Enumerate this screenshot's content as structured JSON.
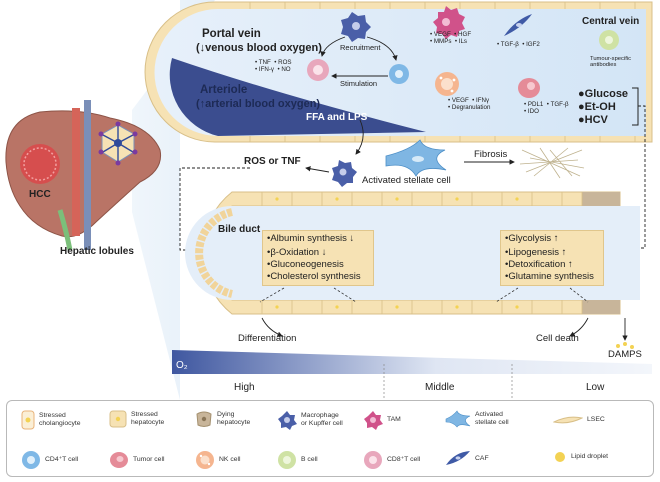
{
  "labels": {
    "portal_vein": "Portal vein",
    "portal_vein_sub": "(↓venous blood oxygen)",
    "arteriole": "Arteriole",
    "arteriole_sub": "(↑arterial blood oxygen)",
    "central_vein": "Central vein",
    "recruitment": "Recruitment",
    "stimulation": "Stimulation",
    "cytokines_a": "• TNF  • ROS\n• IFN-γ  • NO",
    "cytokines_b": "• VEGF  • HGF\n• MMPs  • ILs",
    "cytokines_c": "• TGF-β  • IGF2",
    "cytokines_d": "• VEGF  • IFNγ\n• Degranulation",
    "cytokines_e": "• PDL1  • TGF-β\n• IDO",
    "tumour_antibodies": "Tumour-specific\nantibodies",
    "glucose": "●Glucose",
    "etoh": "●Et-OH",
    "hcv": "●HCV",
    "ffa_lps": "FFA and LPS",
    "ros_tnf": "ROS or TNF",
    "fibrosis": "Fibrosis",
    "activated_stellate": "Activated stellate cell",
    "hcc": "HCC",
    "hepatic_lobules": "Hepatic lobules",
    "bile_duct": "Bile duct",
    "differentiation": "Differentiation",
    "cell_death": "Cell death",
    "damps": "DAMPS",
    "o2": "O₂",
    "high": "High",
    "middle": "Middle",
    "low": "Low"
  },
  "box_left": [
    "•Albumin synthesis ↓",
    "•β-Oxidation ↓",
    "•Gluconeogenesis",
    "•Cholesterol synthesis"
  ],
  "box_right": [
    "•Glycolysis ↑",
    "•Lipogenesis ↑",
    "•Detoxification ↑",
    "•Glutamine synthesis"
  ],
  "legend": [
    {
      "label": "Stressed\ncholangiocyte",
      "icon": "stressed-cholangiocyte-icon"
    },
    {
      "label": "Stressed\nhepatocyte",
      "icon": "stressed-hepatocyte-icon"
    },
    {
      "label": "Dying\nhepatocyte",
      "icon": "dying-hepatocyte-icon"
    },
    {
      "label": "Macrophage\nor Kupffer cell",
      "icon": "macrophage-icon"
    },
    {
      "label": "TAM",
      "icon": "tam-icon"
    },
    {
      "label": "Activated\nstellate cell",
      "icon": "activated-stellate-cell-icon"
    },
    {
      "label": "LSEC",
      "icon": "lsec-icon"
    },
    {
      "label": "CD4⁺T cell",
      "icon": "cd4-t-cell-icon"
    },
    {
      "label": "Tumor cell",
      "icon": "tumor-cell-icon"
    },
    {
      "label": "NK cell",
      "icon": "nk-cell-icon"
    },
    {
      "label": "B cell",
      "icon": "b-cell-icon"
    },
    {
      "label": "CD8⁺T cell",
      "icon": "cd8-t-cell-icon"
    },
    {
      "label": "CAF",
      "icon": "caf-icon"
    },
    {
      "label": "Lipid droplet",
      "icon": "lipid-droplet-icon"
    }
  ],
  "colors": {
    "arterial": "#3b4d8f",
    "vessel": "#dbe9f7",
    "hepatocyte": "#f6e2b4",
    "dying": "#c8b59a",
    "up_arrow": "#d23a2a",
    "down_arrow": "#2e9a4a"
  }
}
